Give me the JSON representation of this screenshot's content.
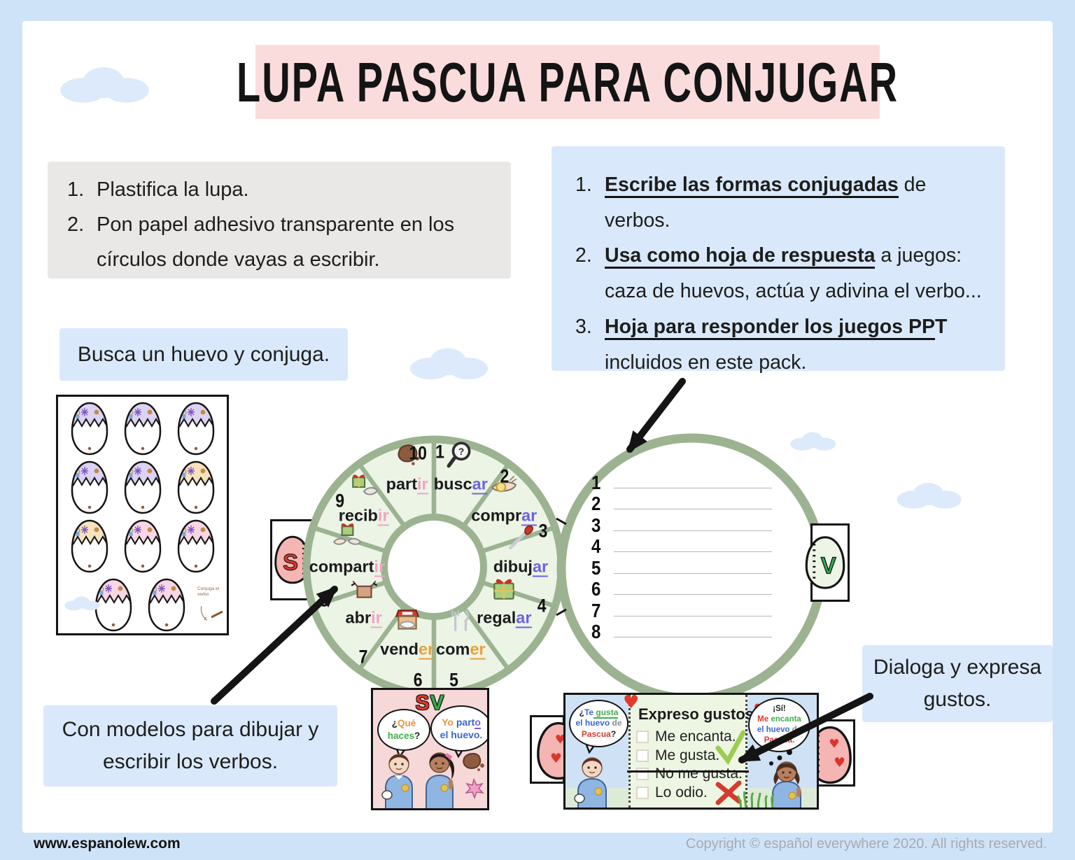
{
  "banner": {
    "title": "LUPA PASCUA PARA  CONJUGAR"
  },
  "prep_box": {
    "items": [
      {
        "num": "1.",
        "segments": [
          {
            "t": "Plastifica la lupa."
          }
        ]
      },
      {
        "num": "2.",
        "segments": [
          {
            "t": "Pon papel adhesivo transparente en los"
          },
          {
            "br": true
          },
          {
            "t": "círculos donde vayas a escribir."
          }
        ]
      }
    ]
  },
  "uses_box": {
    "items": [
      {
        "num": "1.",
        "segments": [
          {
            "t": "Escribe las formas conjugadas",
            "bu": true
          },
          {
            "t": " de verbos."
          }
        ]
      },
      {
        "num": "2.",
        "segments": [
          {
            "t": "Usa como hoja de respuesta",
            "bu": true
          },
          {
            "t": " a juegos:"
          },
          {
            "br": true
          },
          {
            "t": "caza de huevos, actúa y adivina el verbo..."
          }
        ]
      },
      {
        "num": "3.",
        "segments": [
          {
            "t": "Hoja para responder los juegos PP",
            "bu": true
          },
          {
            "t": "T",
            "b": true
          },
          {
            "br": true
          },
          {
            "t": "incluidos en este pack."
          }
        ]
      }
    ]
  },
  "busca_box": {
    "text": "Busca un huevo y conjuga."
  },
  "modelos_box": {
    "text": "Con modelos para dibujar y escribir los verbos."
  },
  "dialoga_box": {
    "text": "Dialoga y expresa gustos."
  },
  "eggs_sheet": {
    "note": "Conjuga el verbo",
    "egg_colors": {
      "lavender": "#dcd2f2",
      "tan": "#f6e2bd",
      "pink": "#f8d6e4"
    },
    "rows": [
      [
        "lavender",
        "lavender",
        "lavender"
      ],
      [
        "lavender",
        "lavender",
        "tan"
      ],
      [
        "tan",
        "pink",
        "pink"
      ],
      [
        "pink",
        "pink"
      ]
    ]
  },
  "wheel": {
    "ending_colors": {
      "ar": "#6f63de",
      "er": "#e9a03c",
      "ir": "#f2a3c5"
    },
    "sectors": [
      {
        "num": "1",
        "stem": "busc",
        "ending": "ar",
        "icon": "magnifier"
      },
      {
        "num": "2",
        "stem": "compr",
        "ending": "ar",
        "icon": "hand-coin"
      },
      {
        "num": "3",
        "stem": "dibuj",
        "ending": "ar",
        "icon": "brush"
      },
      {
        "num": "4",
        "stem": "regal",
        "ending": "ar",
        "icon": "gift"
      },
      {
        "num": "5",
        "stem": "com",
        "ending": "er",
        "icon": "cutlery"
      },
      {
        "num": "6",
        "stem": "vend",
        "ending": "er",
        "icon": "store"
      },
      {
        "num": "7",
        "stem": "abr",
        "ending": "ir",
        "icon": "open-box"
      },
      {
        "num": "8",
        "stem": "compart",
        "ending": "ir",
        "icon": "share-gift"
      },
      {
        "num": "9",
        "stem": "recib",
        "ending": "ir",
        "icon": "receive-gift"
      },
      {
        "num": "10",
        "stem": "part",
        "ending": "ir",
        "icon": "broken-egg"
      }
    ]
  },
  "tabs": {
    "left_letter": "S",
    "left_color": "#e0382c",
    "right_letter": "V",
    "right_color": "#2fae49"
  },
  "answer_circle": {
    "numbers": [
      "1",
      "2",
      "3",
      "4",
      "5",
      "6",
      "7",
      "8"
    ]
  },
  "dialog_card": {
    "sv": [
      [
        {
          "t": "S",
          "c": "#e0382c"
        },
        {
          "t": "V",
          "c": "#2fae49"
        }
      ]
    ],
    "bubble1": [
      [
        {
          "t": "¿",
          "c": "#1c1c1c"
        },
        {
          "t": "Qué",
          "c": "#e8963c"
        }
      ],
      [
        {
          "t": "haces",
          "c": "#3fae4e"
        },
        {
          "t": "?",
          "c": "#1c1c1c"
        }
      ]
    ],
    "bubble2": [
      [
        {
          "t": "Yo ",
          "c": "#e8963c"
        },
        {
          "t": "part",
          "c": "#3a66cc"
        },
        {
          "t": "o",
          "c": "#7b61e0",
          "u": true
        }
      ],
      [
        {
          "t": "el huevo.",
          "c": "#3a66cc"
        }
      ]
    ]
  },
  "gustos_card": {
    "left_bubble": [
      [
        {
          "t": "¿",
          "c": "#1c1c1c"
        },
        {
          "t": "Te",
          "c": "#3a66cc"
        },
        {
          "t": " gusta",
          "c": "#3fae4e",
          "u": true
        }
      ],
      [
        {
          "t": "el huevo",
          "c": "#3a66cc"
        },
        {
          "t": " de",
          "c": "#8a8f96"
        }
      ],
      [
        {
          "t": "Pascua",
          "c": "#d93a31"
        },
        {
          "t": "?",
          "c": "#1c1c1c"
        }
      ]
    ],
    "title": "Expreso gustos:",
    "options": [
      "Me encanta.",
      "Me gusta.",
      "No me gusta.",
      "Lo odio."
    ],
    "right_bubble": [
      [
        {
          "t": "¡Sí!",
          "c": "#1c1c1c"
        }
      ],
      [
        {
          "t": "Me",
          "c": "#d93a31"
        },
        {
          "t": " encanta",
          "c": "#3fae4e"
        }
      ],
      [
        {
          "t": "el huevo",
          "c": "#3a66cc"
        },
        {
          "t": " de",
          "c": "#8a8f96"
        }
      ],
      [
        {
          "t": "Pascua.",
          "c": "#d93a31"
        }
      ]
    ]
  },
  "footer": {
    "site": "www.espanolew.com",
    "copyright": "Copyright © español everywhere 2020. All rights reserved."
  },
  "palette": {
    "border_blue": "#cfe3f8",
    "banner_pink": "#fbdcdc",
    "box_blue": "#d9e9fb",
    "box_gray": "#e9e8e7",
    "sage_green": "#9cb391",
    "sector_green": "#ebf4e5",
    "card_pink": "#f7d8d8",
    "panel_blue": "#cfe2f5",
    "panel_green": "#edf6e2"
  }
}
